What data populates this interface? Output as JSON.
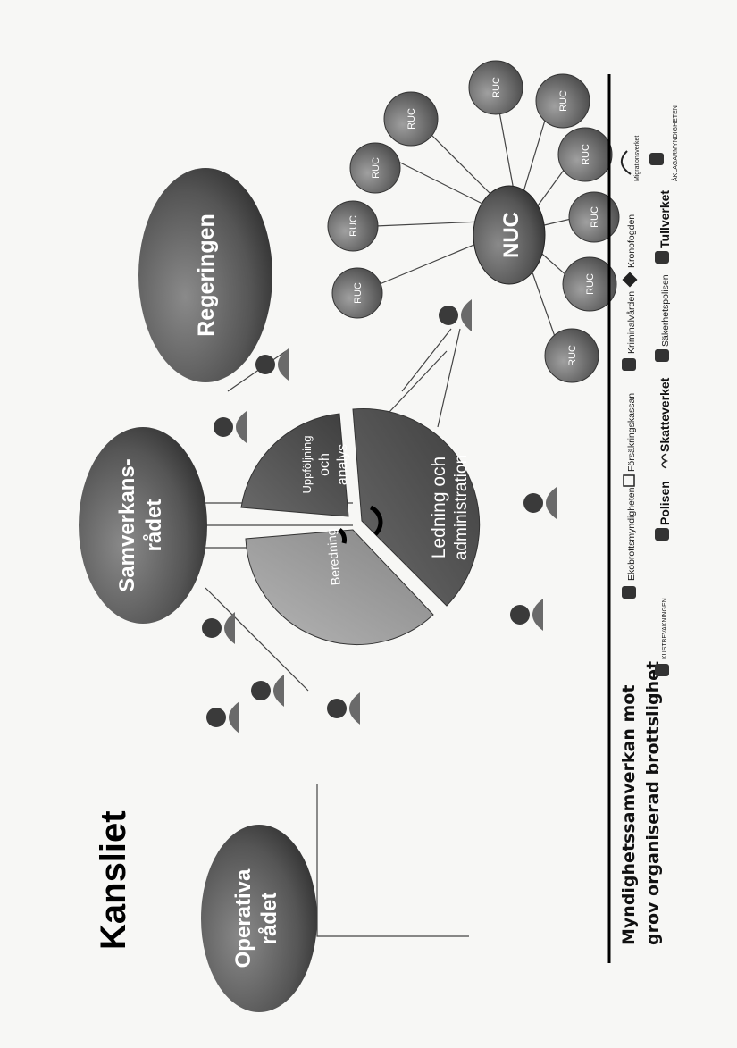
{
  "slide": {
    "title": "Kansliet",
    "footer_line1": "Myndighetssamverkan mot",
    "footer_line2": "grov organiserad brottslighet"
  },
  "ovals": {
    "operativa": [
      "Operativa",
      "rådet"
    ],
    "samverkans": [
      "Samverkans-",
      "rådet"
    ],
    "regeringen": [
      "Regeringen"
    ],
    "nuc": [
      "NUC"
    ]
  },
  "segments": {
    "beredning": [
      "Beredning"
    ],
    "uppfoljning": [
      "Uppföljning",
      "och",
      "analys"
    ],
    "ledning": [
      "Ledning och",
      "administration"
    ]
  },
  "ruc": [
    "RUC",
    "RUC",
    "RUC",
    "RUC",
    "RUC",
    "RUC",
    "RUC",
    "RUC",
    "RUC",
    "RUC"
  ],
  "logos": {
    "row1": [
      "Ekobrottsmyndigheten",
      "Försäkringskassan",
      "Kriminalvården",
      "Kronofogden",
      "Migrationsverket"
    ],
    "row2": [
      "KUSTBEVAKNINGEN",
      "Polisen",
      "Skatteverket",
      "Säkerhetspolisen",
      "Tullverket",
      "ÅKLAGARMYNDIGHETEN"
    ]
  },
  "colors": {
    "oval_dark": "#555555",
    "segment_dark": "#4a4a4a",
    "segment_light": "#9a9a9a",
    "page_bg": "#f7f7f5"
  }
}
